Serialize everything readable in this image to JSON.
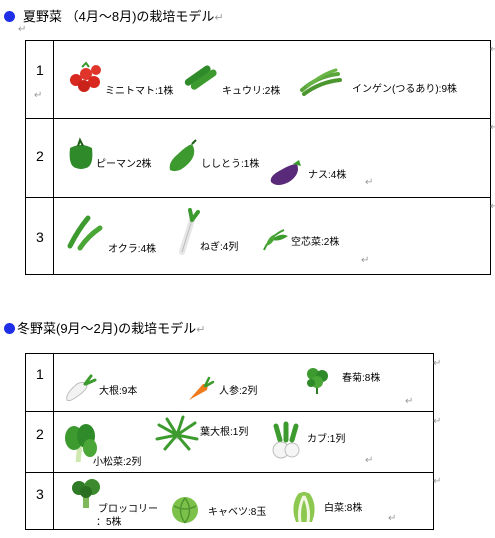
{
  "summer": {
    "title": "夏野菜 （4月〜8月)の栽培モデル",
    "rows": [
      {
        "num": "1",
        "items": [
          "ミニトマト:1株",
          "キュウリ:2株",
          "インゲン(つるあり):9株"
        ]
      },
      {
        "num": "2",
        "items": [
          "ピーマン2株",
          "ししとう:1株",
          "ナス:4株"
        ]
      },
      {
        "num": "3",
        "items": [
          "オクラ:4株",
          "ねぎ:4列",
          "空芯菜:2株"
        ]
      }
    ]
  },
  "winter": {
    "title": "冬野菜(9月〜2月)の栽培モデル",
    "rows": [
      {
        "num": "1",
        "items": [
          "大根:9本",
          "人参:2列",
          "春菊:8株"
        ]
      },
      {
        "num": "2",
        "items": [
          "小松菜:2列",
          "葉大根:1列",
          "カブ:1列"
        ]
      },
      {
        "num": "3",
        "items": [
          "ブロッコリー",
          "：5株",
          "キャベツ:8玉",
          "白菜:8株"
        ]
      }
    ]
  },
  "marks": {
    "return": "↵"
  },
  "icons": [
    "tomato-icon",
    "cucumber-icon",
    "green-bean-icon",
    "green-pepper-icon",
    "shishito-icon",
    "eggplant-icon",
    "okra-icon",
    "leek-icon",
    "water-spinach-icon",
    "daikon-icon",
    "carrot-icon",
    "shungiku-icon",
    "komatsuna-icon",
    "leaf-daikon-icon",
    "turnip-icon",
    "broccoli-icon",
    "cabbage-icon",
    "napa-cabbage-icon"
  ],
  "colors": {
    "accent": "#1f2fe8",
    "vegetable_green": "#3c9a2e",
    "tomato_red": "#d8281f",
    "eggplant_purple": "#5a2a7a",
    "carrot_orange": "#ee7a1c"
  }
}
